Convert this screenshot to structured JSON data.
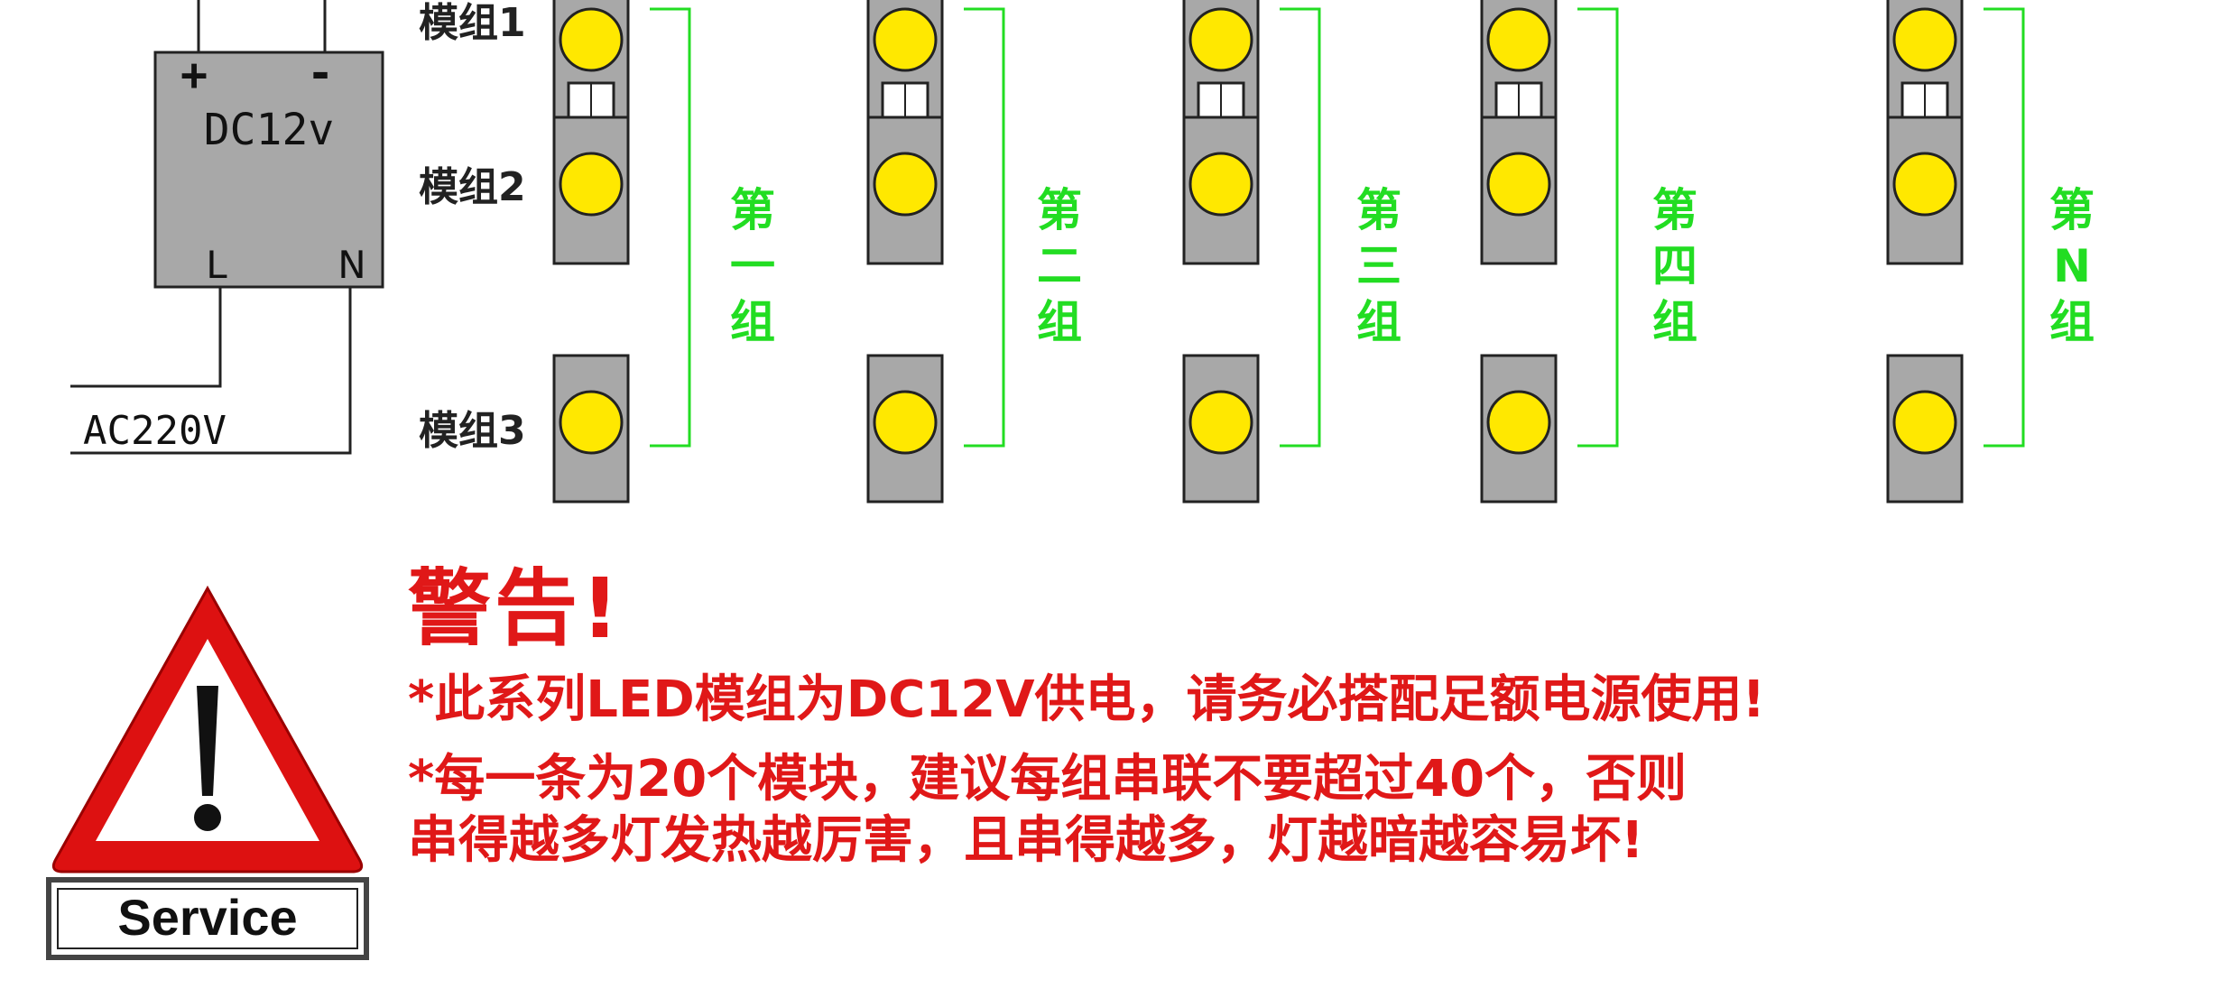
{
  "power_supply": {
    "plus": "+",
    "minus": "-",
    "voltage": "DC12v",
    "l": "L",
    "n": "N"
  },
  "ac_label": "AC220V",
  "module_labels": [
    "模组1",
    "模组2",
    "模组3"
  ],
  "groups": [
    "第一组",
    "第二组",
    "第三组",
    "第四组",
    "第N组"
  ],
  "warning": {
    "title": "警告!",
    "line1": "*此系列LED模组为DC12V供电，请务必搭配足额电源使用!",
    "line2": "*每一条为20个模块，建议每组串联不要超过40个，否则",
    "line3": "串得越多灯发热越厉害，且串得越多，灯越暗越容易坏!"
  },
  "service_label": "Service",
  "colors": {
    "led": "#ffe800",
    "module": "#a8a8a8",
    "group_bracket": "#22dd22",
    "warning_text": "#e01818",
    "sign_red": "#dd1111"
  }
}
